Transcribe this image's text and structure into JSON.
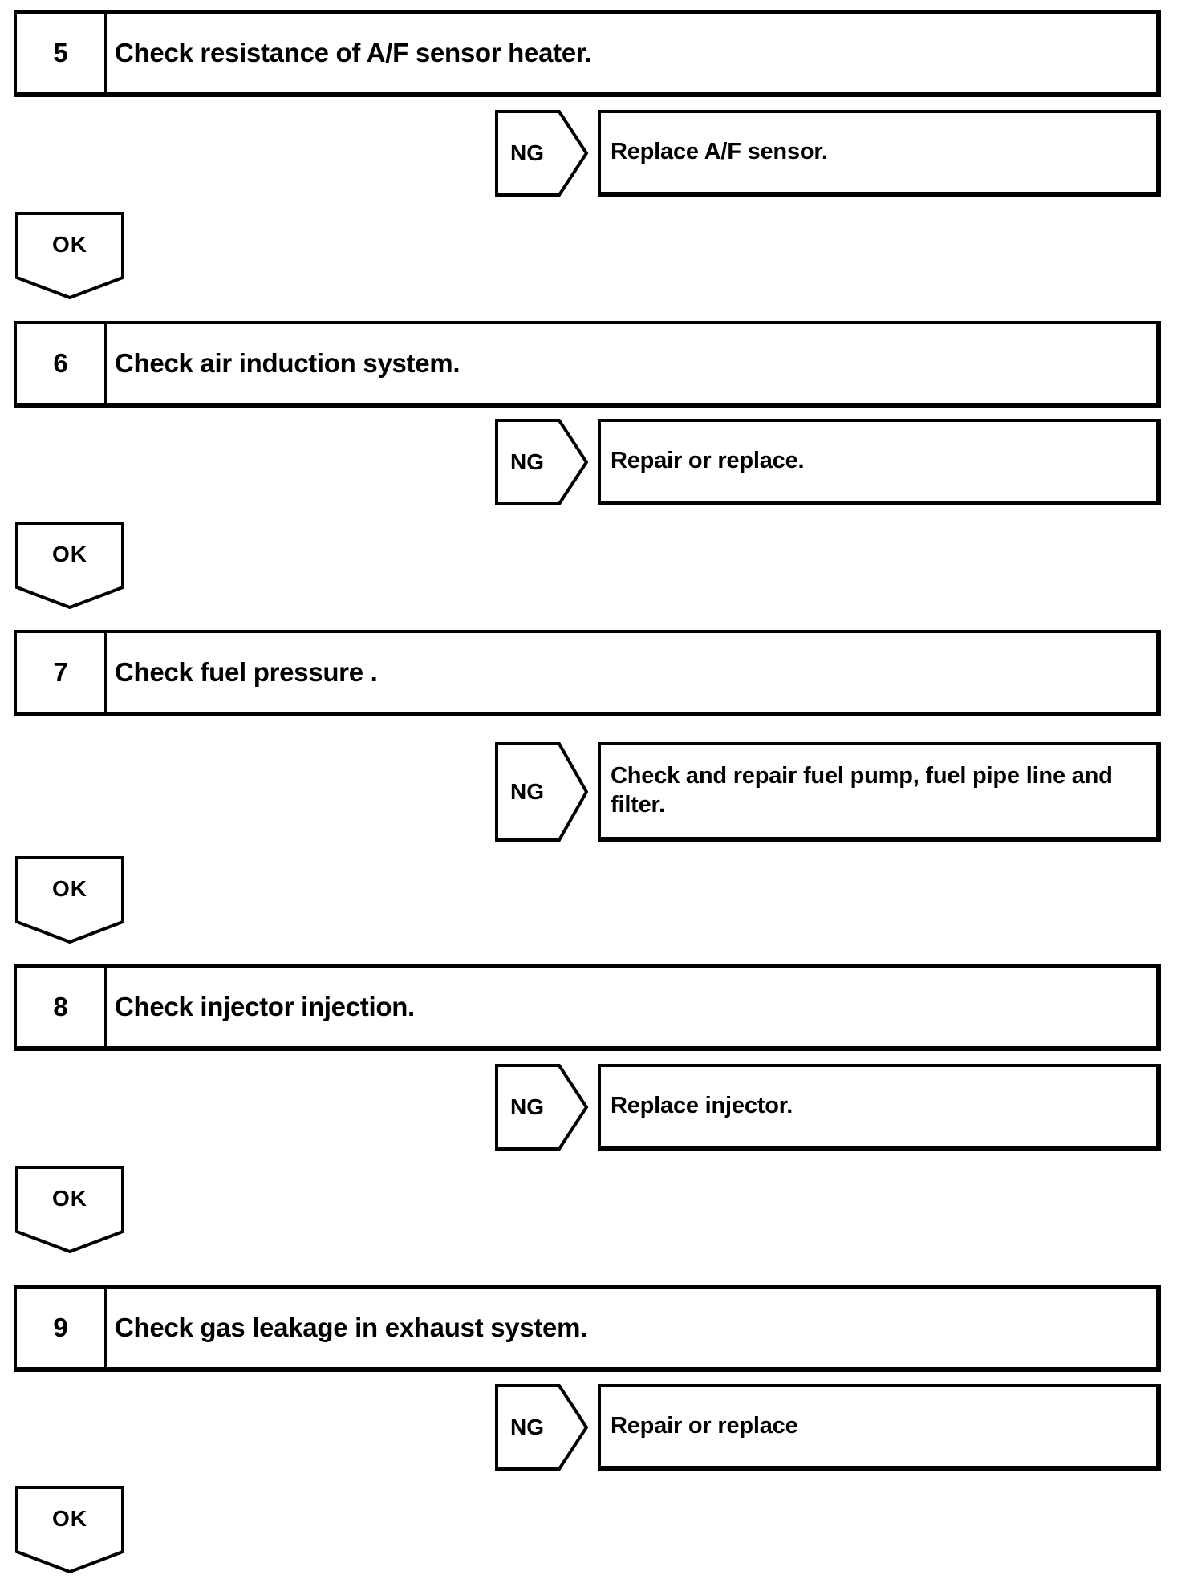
{
  "flow": {
    "ng_label": "NG",
    "ok_label": "OK",
    "colors": {
      "ink": "#000000",
      "paper": "#ffffff"
    },
    "steps": [
      {
        "number": "5",
        "title": "Check resistance of A/F sensor heater.",
        "ng_action": "Replace A/F sensor."
      },
      {
        "number": "6",
        "title": "Check air induction system.",
        "ng_action": "Repair or replace."
      },
      {
        "number": "7",
        "title": "Check fuel pressure .",
        "ng_action": "Check and repair fuel pump, fuel pipe line and",
        "ng_action_line2": "filter."
      },
      {
        "number": "8",
        "title": "Check injector injection.",
        "ng_action": "Replace injector."
      },
      {
        "number": "9",
        "title": "Check gas leakage in exhaust system.",
        "ng_action": "Repair or replace"
      }
    ]
  }
}
